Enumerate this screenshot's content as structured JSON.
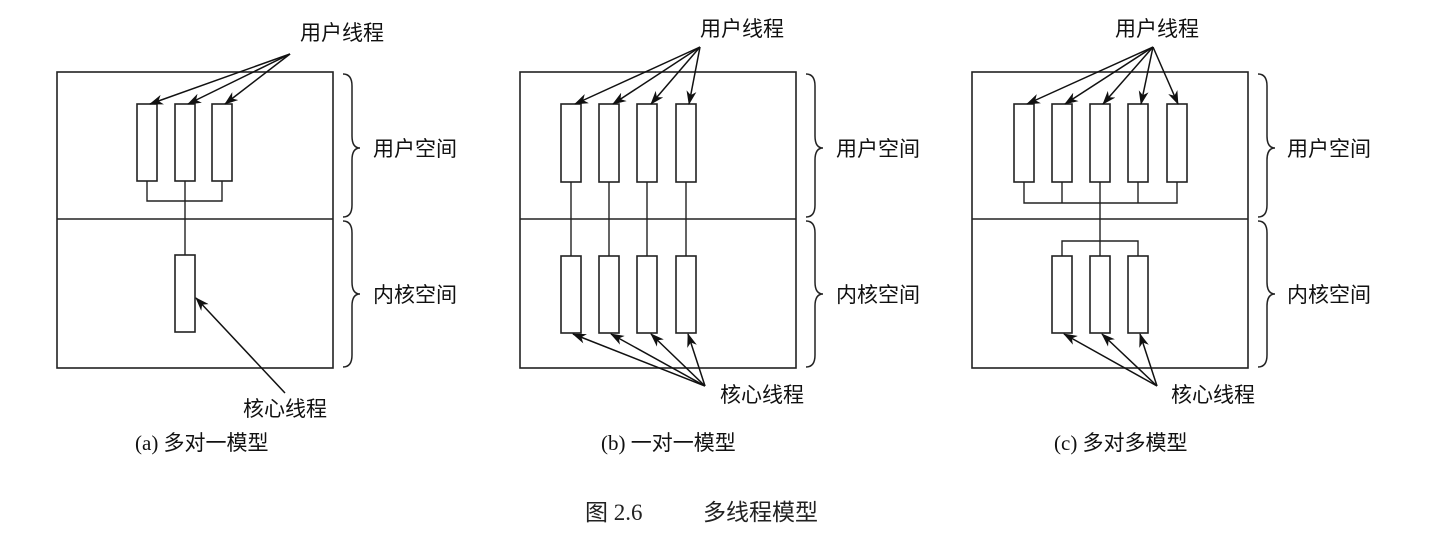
{
  "figure": {
    "caption_number": "图 2.6",
    "caption_title": "多线程模型"
  },
  "labels": {
    "user_threads": "用户线程",
    "kernel_threads": "核心线程",
    "user_space": "用户空间",
    "kernel_space": "内核空间"
  },
  "panels": [
    {
      "id": "a",
      "subcaption": "(a) 多对一模型",
      "model": "many-to-one",
      "user_thread_count": 3,
      "kernel_thread_count": 1
    },
    {
      "id": "b",
      "subcaption": "(b) 一对一模型",
      "model": "one-to-one",
      "user_thread_count": 4,
      "kernel_thread_count": 4
    },
    {
      "id": "c",
      "subcaption": "(c) 多对多模型",
      "model": "many-to-many",
      "user_thread_count": 5,
      "kernel_thread_count": 3
    }
  ],
  "colors": {
    "stroke": "#222222",
    "background": "#ffffff"
  }
}
